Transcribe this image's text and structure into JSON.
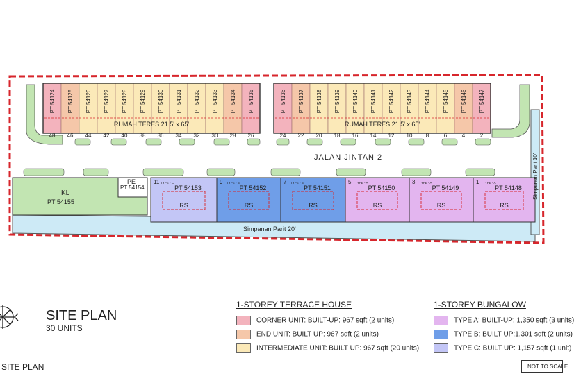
{
  "colors": {
    "corner": "#f3b3bd",
    "end": "#f5c7a9",
    "intermediate": "#fbe9b8",
    "typeA": "#e3b5ef",
    "typeB": "#6f9ee8",
    "typeC": "#c3c6f6",
    "landscape": "#c2e5b2",
    "reserve": "#cdeaf6",
    "boundary": "#d7262c"
  },
  "road_label": "JALAN JINTAN 2",
  "rear_road_label": "Simpanan Parit 20'",
  "side_road_label": "Simpanan Parit 10'",
  "left_block": {
    "lots": [
      "PT 54124",
      "PT 54125",
      "PT 54126",
      "PT 54127",
      "PT 54128",
      "PT 54129",
      "PT 54130",
      "PT 54131",
      "PT 54132",
      "PT 54133",
      "PT 54134",
      "PT 54135"
    ],
    "caption": "RUMAH TERES 21.5' x 65'",
    "house_numbers": [
      "48",
      "46",
      "44",
      "42",
      "40",
      "38",
      "36",
      "34",
      "32",
      "30",
      "28",
      "26"
    ]
  },
  "right_block": {
    "lots": [
      "PT 54136",
      "PT 54137",
      "PT 54138",
      "PT 54139",
      "PT 54140",
      "PT 54141",
      "PT 54142",
      "PT 54143",
      "PT 54144",
      "PT 54145",
      "PT 54146",
      "PT 54147"
    ],
    "caption": "RUMAH TERES 21.5' x 65'",
    "house_numbers": [
      "24",
      "22",
      "20",
      "18",
      "16",
      "14",
      "12",
      "10",
      "8",
      "6",
      "4",
      "2"
    ]
  },
  "kl_label": "KL",
  "kl_lot": "PT 54155",
  "pe_label": "PE",
  "pe_lot": "PT 54154",
  "bungalows": [
    {
      "no": "11",
      "type": "TYPE - C",
      "lot": "PT 54153",
      "rs": "RS"
    },
    {
      "no": "9",
      "type": "TYPE - B",
      "lot": "PT 54152",
      "rs": "RS"
    },
    {
      "no": "7",
      "type": "TYPE - B",
      "lot": "PT 54151",
      "rs": "RS"
    },
    {
      "no": "5",
      "type": "TYPE - A",
      "lot": "PT 54150",
      "rs": "RS"
    },
    {
      "no": "3",
      "type": "TYPE - A",
      "lot": "PT 54149",
      "rs": "RS"
    },
    {
      "no": "1",
      "type": "TYPE - A",
      "lot": "PT 54148",
      "rs": "RS"
    }
  ],
  "title": "SITE PLAN",
  "units": "30 UNITS",
  "bottom_label": "SITE PLAN",
  "scale_note": "NOT TO SCALE",
  "terrace_legend": {
    "heading": "1-STOREY TERRACE HOUSE",
    "items": [
      "CORNER UNIT: BUILT-UP: 967 sqft (2 units)",
      "END UNIT: BUILT-UP: 967 sqft (2 units)",
      "INTERMEDIATE UNIT: BUILT-UP: 967 sqft (20 units)"
    ]
  },
  "bungalow_legend": {
    "heading": "1-STOREY BUNGALOW",
    "items": [
      "TYPE A: BUILT-UP: 1,350 sqft (3 units)",
      "TYPE B: BUILT-UP:1,301 sqft (2 units)",
      "TYPE C: BUILT-UP: 1,157 sqft (1 unit)"
    ]
  }
}
